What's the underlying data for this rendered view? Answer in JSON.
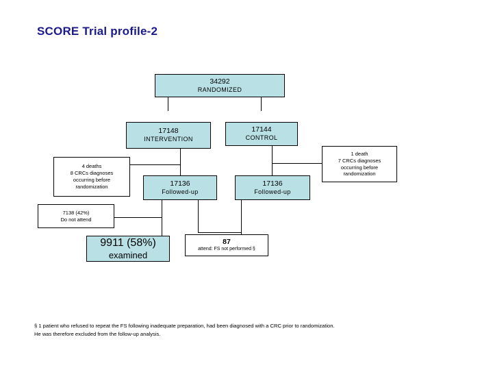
{
  "page": {
    "title": "SCORE Trial profile-2",
    "title_color": "#1a1a8c",
    "box_fill": "#b9e0e5",
    "box_fill_alt": "#ffffff",
    "border_color": "#000000"
  },
  "nodes": {
    "randomized": {
      "line1": "34292",
      "line2": "RANDOMIZED"
    },
    "intervention": {
      "line1": "17148",
      "line2": "INTERVENTION"
    },
    "control": {
      "line1": "17144",
      "line2": "CONTROL"
    },
    "intervention_exclusions": {
      "line1": "4 deaths",
      "line2": "8 CRCs diagnoses",
      "line3": "occurring before",
      "line4": "randomization"
    },
    "control_exclusions": {
      "line1": "1 death",
      "line2": "7 CRCs diagnoses",
      "line3": "occurring before",
      "line4": "randomization"
    },
    "intervention_followup": {
      "line1": "17136",
      "line2": "Followed-up"
    },
    "control_followup": {
      "line1": "17136",
      "line2": "Followed-up"
    },
    "do_not_attend": {
      "line1": "7138 (42%)",
      "line2": "Do not attend"
    },
    "examined": {
      "line1": "9911 (58%)",
      "line2": "examined"
    },
    "fs_not_performed": {
      "line1": "87",
      "line2": "attend: FS not performed §"
    }
  },
  "footnote": {
    "line1": "§ 1 patient who refused to repeat the FS following inadequate preparation, had been diagnosed with a CRC prior to randomization.",
    "line2": "He was therefore excluded from the follow-up analysis."
  }
}
